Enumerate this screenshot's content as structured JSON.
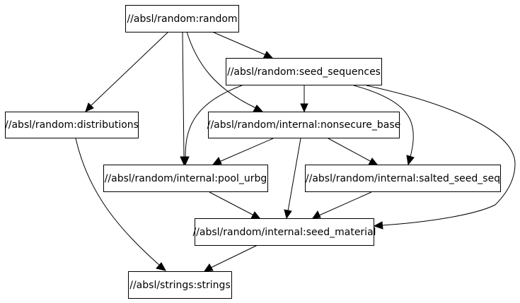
{
  "nodes": {
    "random": "//absl/random:random",
    "seed_sequences": "//absl/random:seed_sequences",
    "distributions": "//absl/random:distributions",
    "nonsecure_base": "//absl/random/internal:nonsecure_base",
    "pool_urbg": "//absl/random/internal:pool_urbg",
    "salted_seed_seq": "//absl/random/internal:salted_seed_seq",
    "seed_material": "//absl/random/internal:seed_material",
    "strings": "//absl/strings:strings"
  }
}
